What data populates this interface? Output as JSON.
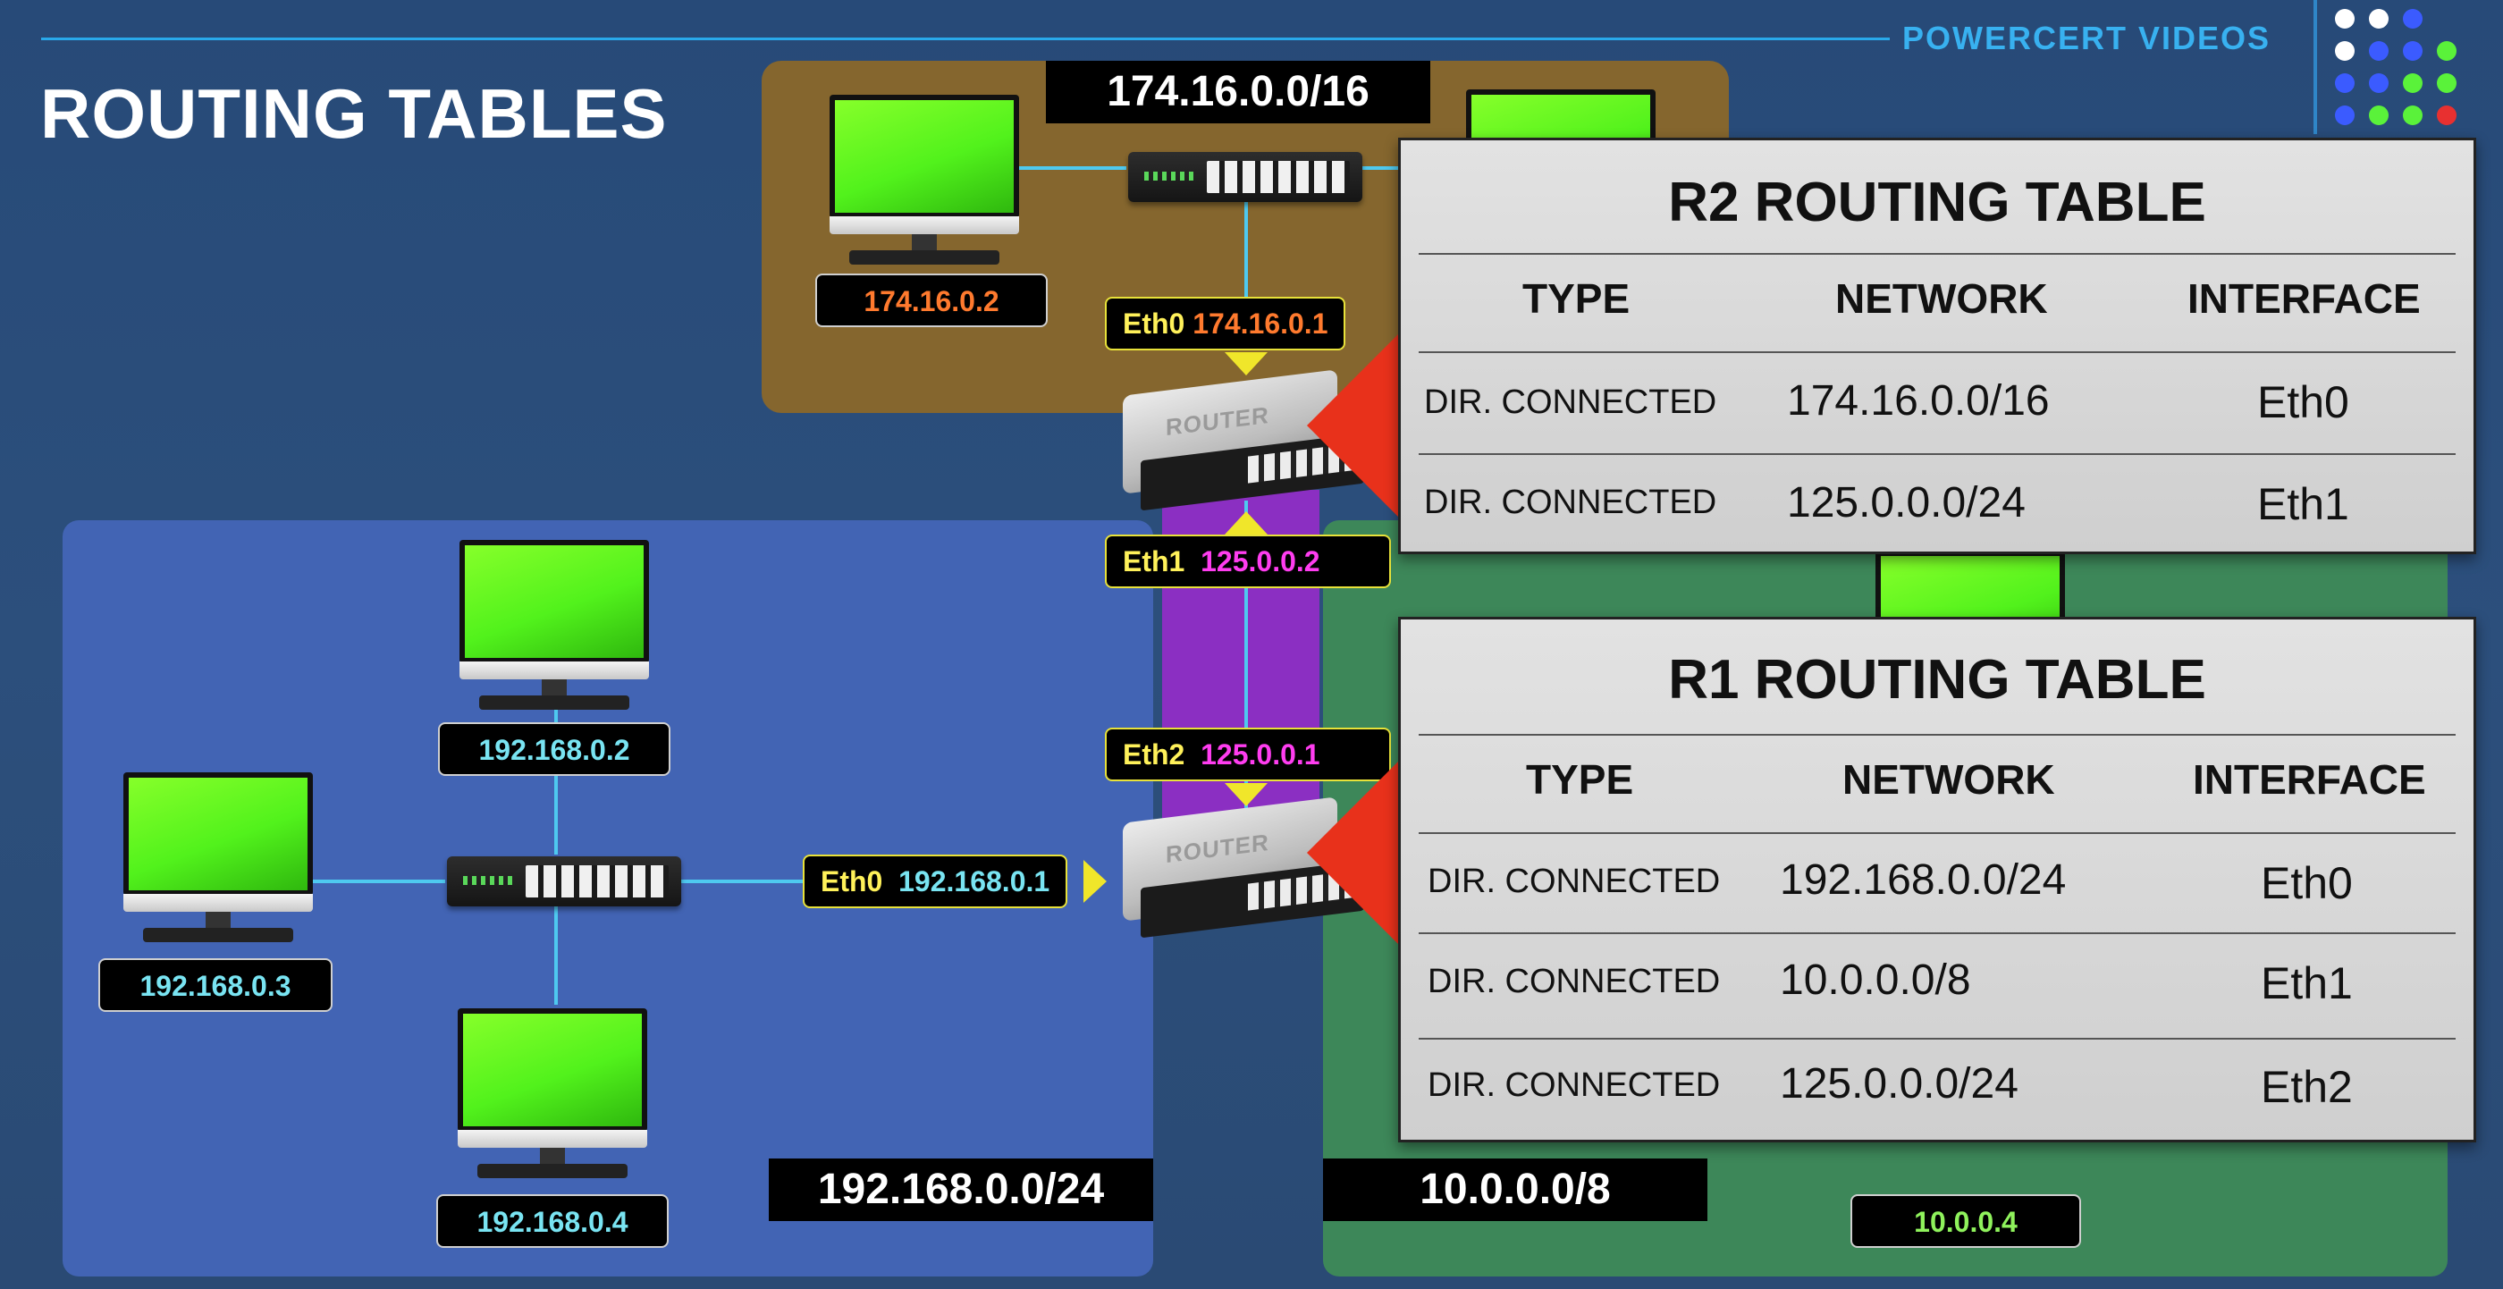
{
  "title": "ROUTING TABLES",
  "brand": "POWERCERT VIDEOS",
  "networks": {
    "net_174": "174.16.0.0/16",
    "net_192": "192.168.0.0/24",
    "net_10": "10.0.0.0/8"
  },
  "hosts": {
    "h174_2": "174.16.0.2",
    "h192_2": "192.168.0.2",
    "h192_3": "192.168.0.3",
    "h192_4": "192.168.0.4",
    "h10_4": "10.0.0.4"
  },
  "routers": {
    "r2": {
      "label": "ROUTER",
      "eth0_name": "Eth0",
      "eth0_ip": "174.16.0.1",
      "eth1_name": "Eth1",
      "eth1_ip": "125.0.0.2"
    },
    "r1": {
      "label": "ROUTER",
      "eth0_name": "Eth0",
      "eth0_ip": "192.168.0.1",
      "eth2_name": "Eth2",
      "eth2_ip": "125.0.0.1"
    }
  },
  "r2_table": {
    "title": "R2 ROUTING TABLE",
    "headers": [
      "TYPE",
      "NETWORK",
      "INTERFACE"
    ],
    "rows": [
      [
        "DIR. CONNECTED",
        "174.16.0.0/16",
        "Eth0"
      ],
      [
        "DIR. CONNECTED",
        "125.0.0.0/24",
        "Eth1"
      ]
    ]
  },
  "r1_table": {
    "title": "R1 ROUTING TABLE",
    "headers": [
      "TYPE",
      "NETWORK",
      "INTERFACE"
    ],
    "rows": [
      [
        "DIR. CONNECTED",
        "192.168.0.0/24",
        "Eth0"
      ],
      [
        "DIR. CONNECTED",
        "10.0.0.0/8",
        "Eth1"
      ],
      [
        "DIR. CONNECTED",
        "125.0.0.0/24",
        "Eth2"
      ]
    ]
  },
  "colors": {
    "zone_174": "#85662e",
    "zone_192": "#4264b4",
    "zone_10": "#3d8759",
    "zone_125": "#8b2fc2",
    "pointer": "#e8311b",
    "accent": "#38b1f0"
  },
  "icons": [
    "computer-monitor-icon",
    "switch-icon",
    "router-icon",
    "brand-dots-icon"
  ]
}
